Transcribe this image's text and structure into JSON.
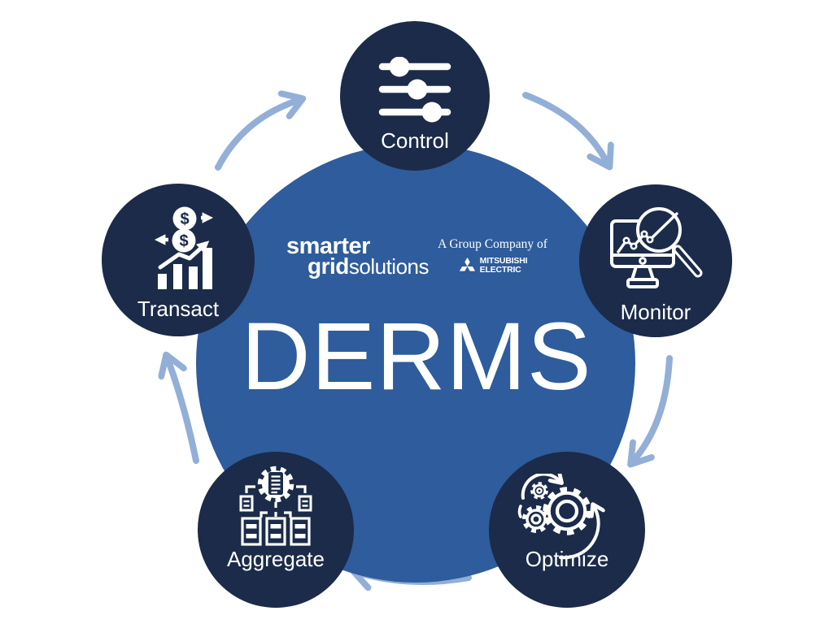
{
  "colors": {
    "node_circle": "#1B2B49",
    "center_circle": "#2E5C9C",
    "flow_arrow": "#93AFD8",
    "icon_and_text": "#FFFFFF"
  },
  "center": {
    "heading": "DERMS",
    "sgs_logo": {
      "word1": "smarter",
      "word2": "grid",
      "word3": "solutions"
    },
    "partner": {
      "tagline": "A Group Company of",
      "brand_line1": "MITSUBISHI",
      "brand_line2": "ELECTRIC"
    }
  },
  "nodes": [
    {
      "id": "control",
      "label": "Control",
      "icon": "sliders-icon"
    },
    {
      "id": "monitor",
      "label": "Monitor",
      "icon": "monitor-magnifier-chart-icon"
    },
    {
      "id": "optimize",
      "label": "Optimize",
      "icon": "gears-cycle-icon"
    },
    {
      "id": "aggregate",
      "label": "Aggregate",
      "icon": "gear-network-servers-icon"
    },
    {
      "id": "transact",
      "label": "Transact",
      "icon": "dollar-exchange-growth-chart-icon"
    }
  ],
  "icons": {
    "currency_symbol": "$"
  },
  "flow": {
    "sequence": [
      "Control",
      "Monitor",
      "Optimize",
      "Aggregate",
      "Transact"
    ],
    "direction": "clockwise"
  }
}
